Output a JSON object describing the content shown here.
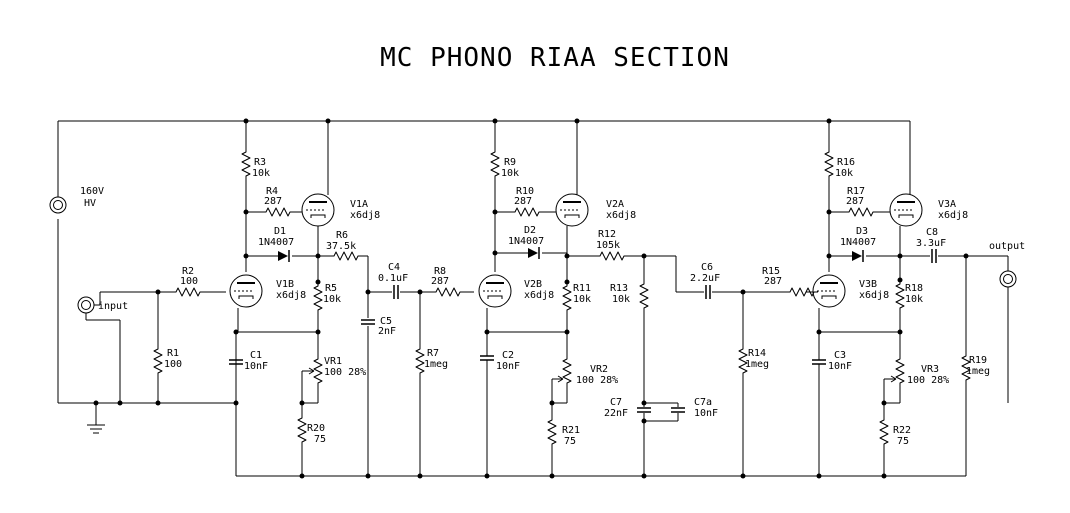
{
  "title": "MC PHONO RIAA SECTION",
  "supply": {
    "voltage": "160V",
    "name": "HV"
  },
  "connectors": {
    "input": "input",
    "output": "output"
  },
  "tubes": {
    "v1a": {
      "ref": "V1A",
      "type": "x6dj8"
    },
    "v1b": {
      "ref": "V1B",
      "type": "x6dj8"
    },
    "v2a": {
      "ref": "V2A",
      "type": "x6dj8"
    },
    "v2b": {
      "ref": "V2B",
      "type": "x6dj8"
    },
    "v3a": {
      "ref": "V3A",
      "type": "x6dj8"
    },
    "v3b": {
      "ref": "V3B",
      "type": "x6dj8"
    }
  },
  "resistors": {
    "r1": {
      "ref": "R1",
      "value": "100"
    },
    "r2": {
      "ref": "R2",
      "value": "100"
    },
    "r3": {
      "ref": "R3",
      "value": "10k"
    },
    "r4": {
      "ref": "R4",
      "value": "287"
    },
    "r5": {
      "ref": "R5",
      "value": "10k"
    },
    "r6": {
      "ref": "R6",
      "value": "37.5k"
    },
    "r7": {
      "ref": "R7",
      "value": "1meg"
    },
    "r8": {
      "ref": "R8",
      "value": "287"
    },
    "r9": {
      "ref": "R9",
      "value": "10k"
    },
    "r10": {
      "ref": "R10",
      "value": "287"
    },
    "r11": {
      "ref": "R11",
      "value": "10k"
    },
    "r12": {
      "ref": "R12",
      "value": "105k"
    },
    "r13": {
      "ref": "R13",
      "value": "10k"
    },
    "r14": {
      "ref": "R14",
      "value": "1meg"
    },
    "r15": {
      "ref": "R15",
      "value": "287"
    },
    "r16": {
      "ref": "R16",
      "value": "10k"
    },
    "r17": {
      "ref": "R17",
      "value": "287"
    },
    "r18": {
      "ref": "R18",
      "value": "10k"
    },
    "r19": {
      "ref": "R19",
      "value": "1meg"
    },
    "r20": {
      "ref": "R20",
      "value": "75"
    },
    "r21": {
      "ref": "R21",
      "value": "75"
    },
    "r22": {
      "ref": "R22",
      "value": "75"
    }
  },
  "pots": {
    "vr1": {
      "ref": "VR1",
      "value": "100 28%"
    },
    "vr2": {
      "ref": "VR2",
      "value": "100 28%"
    },
    "vr3": {
      "ref": "VR3",
      "value": "100 28%"
    }
  },
  "capacitors": {
    "c1": {
      "ref": "C1",
      "value": "10nF"
    },
    "c2": {
      "ref": "C2",
      "value": "10nF"
    },
    "c3": {
      "ref": "C3",
      "value": "10nF"
    },
    "c4": {
      "ref": "C4",
      "value": "0.1uF"
    },
    "c5": {
      "ref": "C5",
      "value": "2nF"
    },
    "c6": {
      "ref": "C6",
      "value": "2.2uF"
    },
    "c7": {
      "ref": "C7",
      "value": "22nF"
    },
    "c7a": {
      "ref": "C7a",
      "value": "10nF"
    },
    "c8": {
      "ref": "C8",
      "value": "3.3uF"
    }
  },
  "diodes": {
    "d1": {
      "ref": "D1",
      "value": "1N4007"
    },
    "d2": {
      "ref": "D2",
      "value": "1N4007"
    },
    "d3": {
      "ref": "D3",
      "value": "1N4007"
    }
  }
}
